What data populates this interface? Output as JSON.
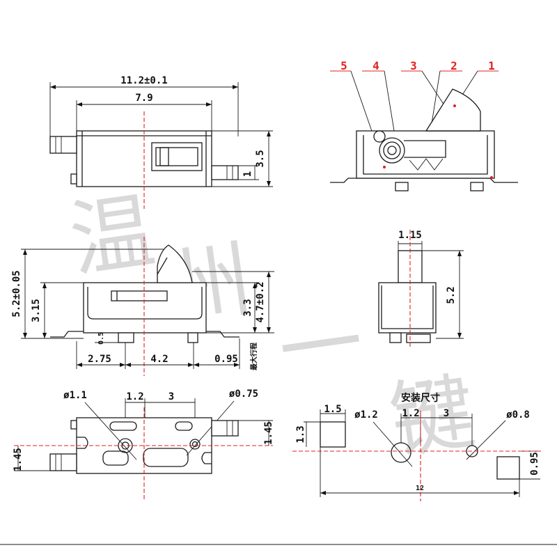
{
  "top_view": {
    "overall_width": "11.2±0.1",
    "body_width": "7.9",
    "height": "3.5",
    "pin_height": "1"
  },
  "callouts": [
    "5",
    "4",
    "3",
    "2",
    "1"
  ],
  "side_view": {
    "total_height": "5.2±0.05",
    "body_height": "3.15",
    "actuator_height": "4.7±0.2",
    "inner_height": "3.3",
    "standoff": "0.5",
    "left_offset": "2.75",
    "center_span": "4.2",
    "right_offset": "0.95",
    "vertical_note": "最大行程"
  },
  "end_view": {
    "actuator_width": "1.15",
    "height": "5.2"
  },
  "bottom_view": {
    "hole_large": "ø1.1",
    "hole_small": "ø0.75",
    "spacing_a": "1.2",
    "spacing_b": "3",
    "pad_offset_right": "1.45",
    "pad_offset_left": "1.45"
  },
  "mounting": {
    "title": "安装尺寸",
    "pad_width": "1.5",
    "pad_height": "1.3",
    "hole_large": "ø1.2",
    "hole_small": "ø0.8",
    "spacing_a": "1.2",
    "spacing_b": "3",
    "pad_small": "0.95",
    "overall": "12"
  },
  "watermark": [
    "温",
    "州",
    "一",
    "键"
  ]
}
